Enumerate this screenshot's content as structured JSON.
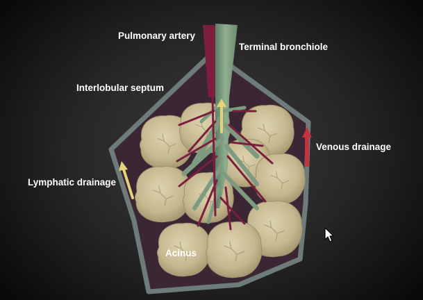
{
  "labels": {
    "pulmonary_artery": "Pulmonary artery",
    "terminal_bronchiole": "Terminal bronchiole",
    "interlobular_septum": "Interlobular septum",
    "venous_drainage": "Venous drainage",
    "lymphatic_drainage": "Lymphatic drainage",
    "acinus": "Acinus"
  },
  "colors": {
    "septum": "#6d7b7a",
    "lobule_fill": "#3b2633",
    "acinus": "#c9bd97",
    "bronchiole": "#7e9a80",
    "artery": "#7a1f3e",
    "venous_arrow": "#c8323f",
    "lymphatic_arrow": "#e3d27a"
  },
  "icons": {
    "cursor": "mouse-pointer-icon"
  }
}
